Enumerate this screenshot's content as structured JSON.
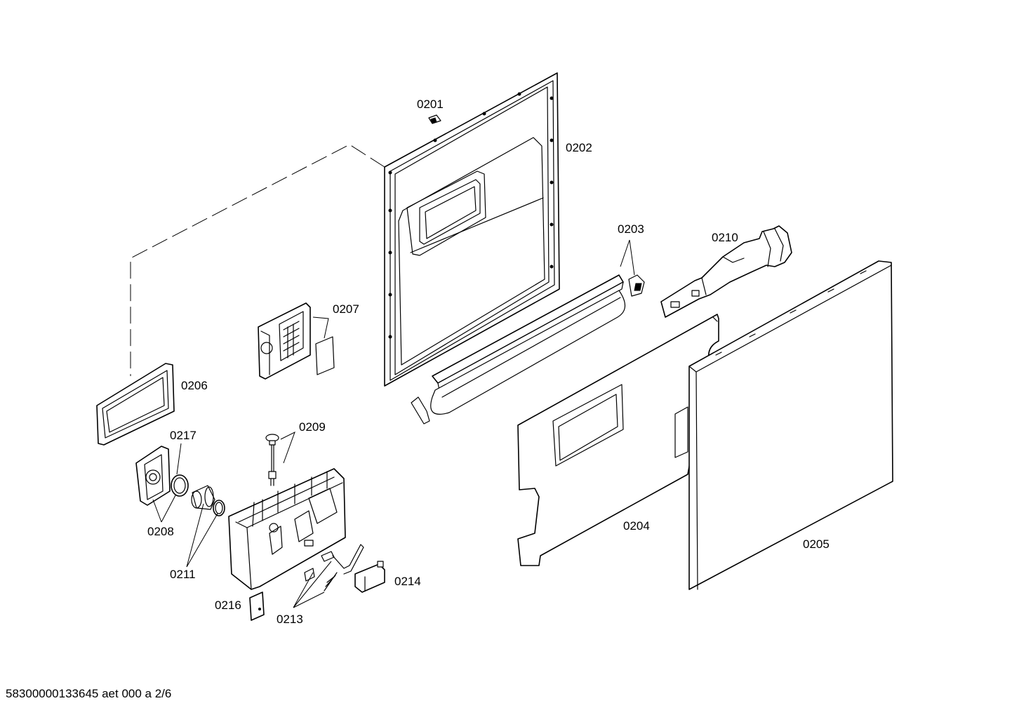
{
  "labels": {
    "p0201": "0201",
    "p0202": "0202",
    "p0203": "0203",
    "p0204": "0204",
    "p0205": "0205",
    "p0206": "0206",
    "p0207": "0207",
    "p0208": "0208",
    "p0209": "0209",
    "p0210": "0210",
    "p0211": "0211",
    "p0213": "0213",
    "p0214": "0214",
    "p0216": "0216",
    "p0217": "0217"
  },
  "footer": "58300000133645 aet 000 a 2/6",
  "colors": {
    "line": "#000000",
    "background": "#ffffff"
  }
}
